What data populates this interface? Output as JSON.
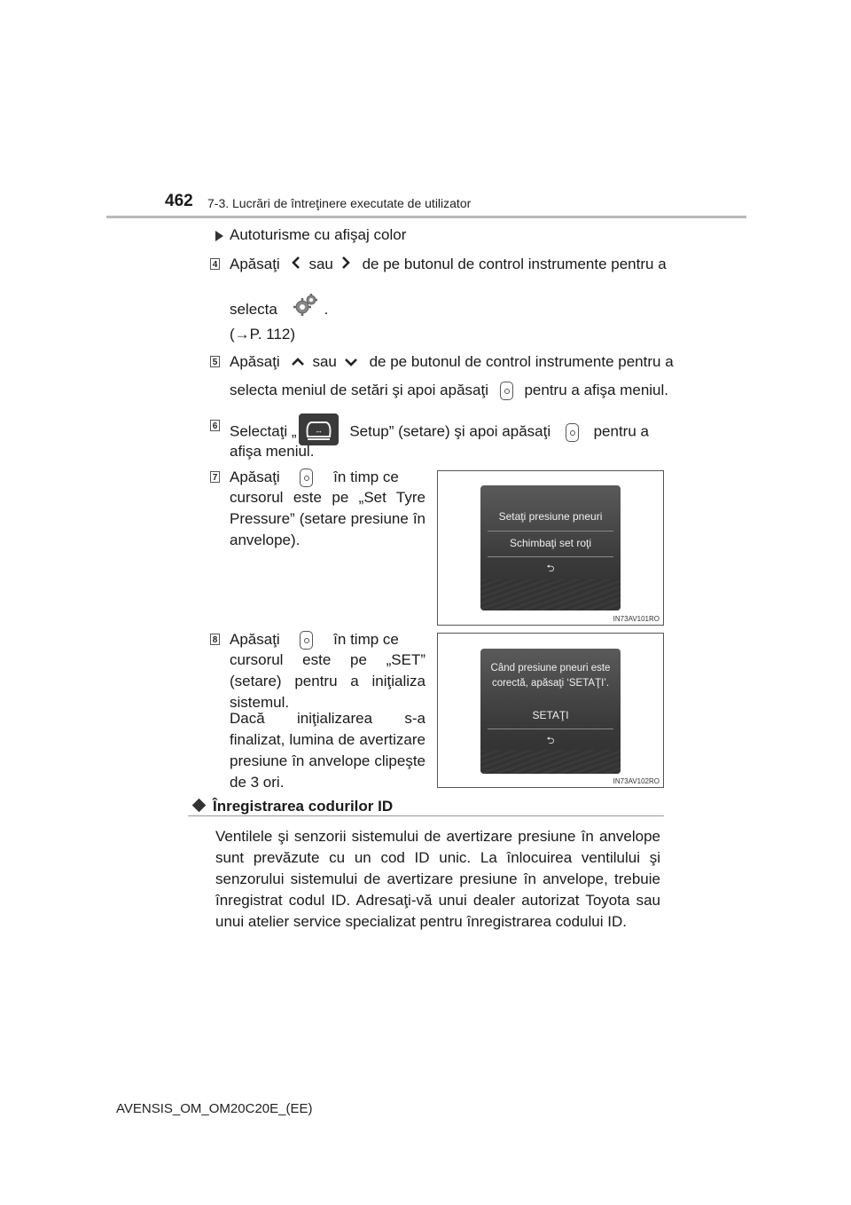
{
  "header": {
    "page_number": "462",
    "section_title": "7-3. Lucrări de întreţinere executate de utilizator"
  },
  "intro": {
    "bullet_text": "Autoturisme cu afişaj color"
  },
  "steps": {
    "s4": {
      "num": "4",
      "part1": "Apăsaţi",
      "part2": "sau",
      "part3": "de pe butonul de control instrumente pentru a",
      "line2a": "selecta",
      "line2b": ".",
      "ref": "(→P. 112)"
    },
    "s5": {
      "num": "5",
      "part1": "Apăsaţi",
      "part2": "sau",
      "part3": "de pe butonul de control instrumente pentru a",
      "line2a": "selecta meniul de setări şi apoi apăsaţi",
      "line2b": "pentru a afişa meniul."
    },
    "s6": {
      "num": "6",
      "part1": "Selectaţi „",
      "part2": "Setup” (setare) şi apoi apăsaţi",
      "part3": "pentru a",
      "line2": "afişa meniul."
    },
    "s7": {
      "num": "7",
      "part1": "Apăsaţi",
      "part2": "în timp ce",
      "rest": "cursorul este pe „Set Tyre Pressure” (setare presiune în anvelope)."
    },
    "s8": {
      "num": "8",
      "part1": "Apăsaţi",
      "part2": "în timp ce",
      "rest": "cursorul este pe „SET” (setare) pentru a iniţializa sistemul.",
      "rest2": "Dacă iniţializarea s-a finalizat, lumina de avertizare presiune în anvelope clipeşte de 3 ori."
    }
  },
  "figures": {
    "fig1": {
      "line1": "Setaţi presiune pneuri",
      "line2": "Schimbaţi set roţi",
      "back_glyph": "⮌",
      "code": "IN73AV101RO"
    },
    "fig2": {
      "line1": "Când presiune pneuri este",
      "line2": "corectă, apăsaţi ‘SETAŢI’.",
      "line3": "SETAŢI",
      "back_glyph": "⮌",
      "code": "IN73AV102RO"
    }
  },
  "subsection": {
    "title": "Înregistrarea codurilor ID",
    "body": "Ventilele şi senzorii sistemului de avertizare presiune în anvelope sunt prevăzute cu un cod ID unic. La înlocuirea ventilului şi senzorului sistemului de avertizare presiune în anvelope, trebuie înregistrat codul ID. Adresaţi-vă unui dealer autorizat Toyota sau unui atelier service specializat pentru înregistrarea codului ID."
  },
  "footer": {
    "model_code": "AVENSIS_OM_OM20C20E_(EE)"
  }
}
